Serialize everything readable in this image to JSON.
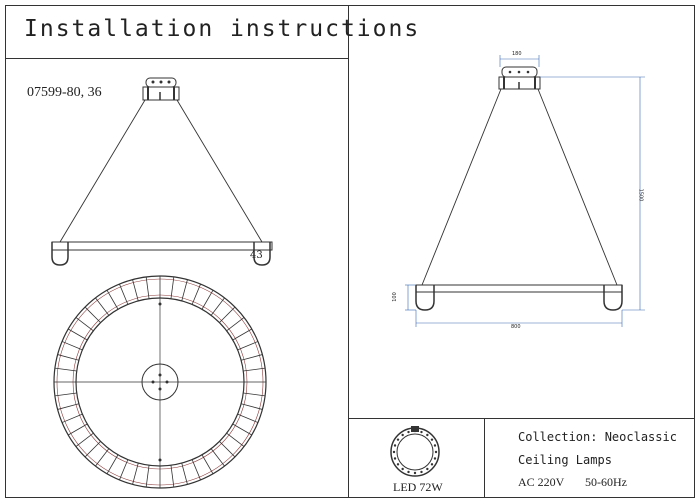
{
  "title": "Installation instructions",
  "model_code": "07599-80, 36",
  "left_drawing": {
    "ring_label": "43"
  },
  "right_drawing": {
    "canopy_width": "180",
    "total_height": "1500",
    "ring_height": "100",
    "ring_diameter": "800"
  },
  "spec": {
    "power": "LED 72W",
    "collection": "Collection: Neoclassic",
    "category": "Ceiling Lamps",
    "voltage": "AC 220V",
    "frequency": "50-60Hz"
  }
}
